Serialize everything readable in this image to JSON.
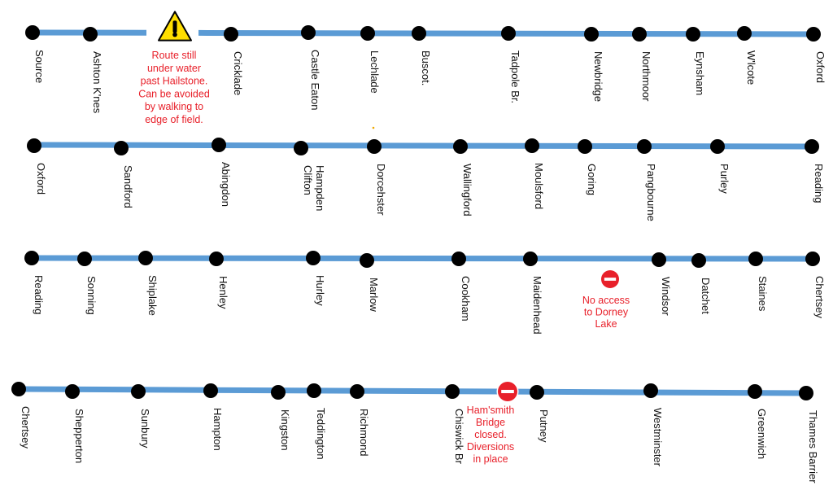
{
  "colors": {
    "line": "#5b9bd5",
    "station": "#000000",
    "label": "#111111",
    "warning_fill": "#ffde00",
    "no_entry": "#e8202a",
    "note_text": "#e8202a"
  },
  "rows": [
    {
      "stations": [
        "Source",
        "Ashton K'nes",
        "Cricklade",
        "Castle Eaton",
        "Lechlade",
        "Buscot.",
        "Tadpole Br.",
        "Newbridge",
        "Northmoor",
        "Eynsham",
        "W'lcote",
        "Oxford"
      ]
    },
    {
      "stations": [
        "Oxford",
        "Sandford",
        "Abingdon",
        "Clifton Hampden",
        "Dorcehster",
        "Wallingford",
        "Moulsford",
        "Goring",
        "Pangbourne",
        "Purley",
        "Reading"
      ]
    },
    {
      "stations": [
        "Reading",
        "Sonning",
        "Shiplake",
        "Henley",
        "Hurley",
        "Marlow",
        "Cookham",
        "Maidenhead",
        "Windsor",
        "Datchet",
        "Staines",
        "Chertsey"
      ]
    },
    {
      "stations": [
        "Chertsey",
        "Shepperton",
        "Sunbury",
        "Hampton",
        "Kingston",
        "Teddington",
        "Richmond",
        "Chiswick Br",
        "Putney",
        "Westminster",
        "Greenwich",
        "Thames Barrier"
      ]
    }
  ],
  "notices": [
    {
      "icon": "warning-triangle-icon",
      "lines": [
        "Route still",
        "under water",
        "past Hailstone.",
        "Can be avoided",
        "by walking to",
        "edge of field."
      ]
    },
    {
      "icon": "no-entry-icon",
      "lines": [
        "No access",
        "to Dorney",
        "Lake"
      ]
    },
    {
      "icon": "no-entry-icon",
      "lines": [
        "Ham'smith",
        "Bridge",
        "closed.",
        "Diversions",
        "in place"
      ]
    }
  ]
}
